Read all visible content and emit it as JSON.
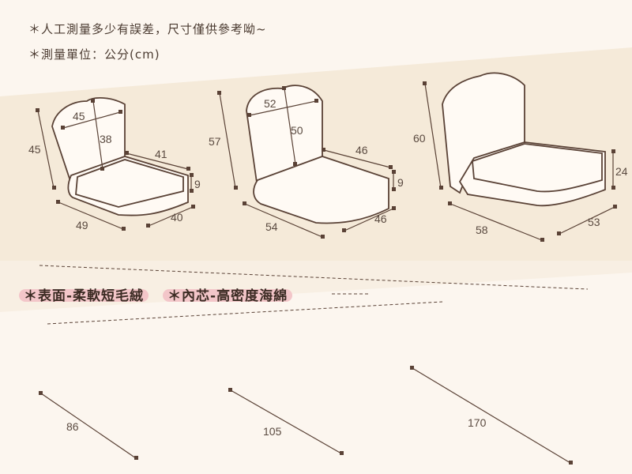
{
  "notes": {
    "line1": "＊人工測量多少有誤差，尺寸僅供參考呦~",
    "line2": "＊測量單位：公分(cm)"
  },
  "materials": {
    "surface": "＊表面-柔軟短毛絨",
    "core": "＊內芯-高密度海綿"
  },
  "chairs": [
    {
      "back_height": "45",
      "back_width": "45",
      "back_inner": "38",
      "seat_depth": "41",
      "seat_thick": "9",
      "base_width": "49",
      "base_depth": "40",
      "length": "86"
    },
    {
      "back_height": "57",
      "back_width": "52",
      "back_inner": "50",
      "seat_depth": "46",
      "seat_thick": "9",
      "base_width": "54",
      "base_depth": "46",
      "length": "105"
    },
    {
      "back_height": "60",
      "seat_thick": "24",
      "base_width": "58",
      "base_depth": "53",
      "length": "170"
    }
  ],
  "colors": {
    "background": "#fcf6ef",
    "band": "#f5ead9",
    "line": "#5a4236",
    "highlight": "#f3c6c9"
  }
}
